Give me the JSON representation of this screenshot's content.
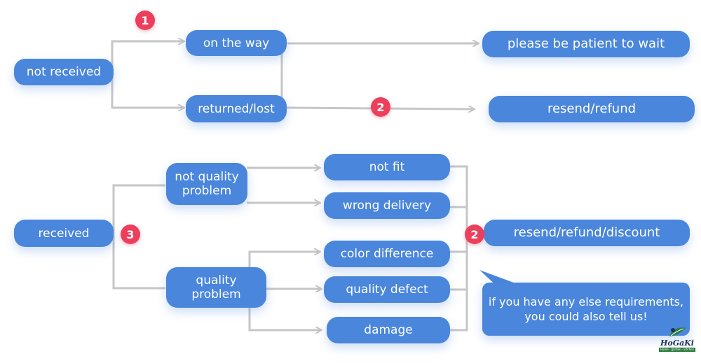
{
  "nodes": {
    "not_received": "not received",
    "on_the_way": "on the way",
    "returned_lost": "returned/lost",
    "please_wait": "please be patient to wait",
    "resend_refund": "resend/refund",
    "received": "received",
    "not_quality_problem": "not quality problem",
    "quality_problem": "quality problem",
    "not_fit": "not fit",
    "wrong_delivery": "wrong delivery",
    "color_difference": "color difference",
    "quality_defect": "quality defect",
    "damage": "damage",
    "resend_refund_discount": "resend/refund/discount"
  },
  "badges": {
    "b1": "1",
    "b2_top": "2",
    "b3": "3",
    "b2_bottom": "2"
  },
  "note": {
    "line1": "if you have any else requirements,",
    "line2": "you could also tell us!"
  },
  "logo": {
    "name": "HoGaKi",
    "tagline": "Home · garden · kitchen"
  },
  "colors": {
    "node_fill": "#4a86db",
    "badge_fill": "#ec3f5c",
    "connector": "#c6c6c6"
  }
}
